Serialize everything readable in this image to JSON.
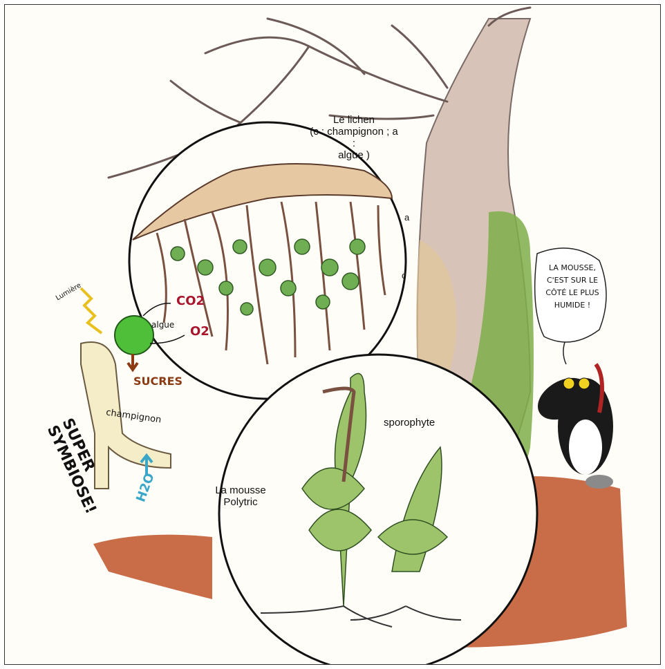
{
  "lichen": {
    "title_line1": "Le lichen",
    "title_line2": "(c : champignon ; a :",
    "title_line3": "algue )",
    "label_a": "a",
    "label_c": "c"
  },
  "moss": {
    "title_line1": "La mousse",
    "title_line2": "Polytric",
    "sporophyte": "sporophyte"
  },
  "symbiosis": {
    "lumiere": "Lumière",
    "co2": "CO2",
    "o2": "O2",
    "algue": "algue",
    "sucres": "SUCRES",
    "champignon": "champignon",
    "h2o": "H2O",
    "super_line1": "SUPER",
    "super_line2": "SYMBIOSE!"
  },
  "speech_bubble": {
    "line1": "LA MOUSSE,",
    "line2": "C'EST SUR LE",
    "line3": "CÔTÉ LE PLUS",
    "line4": "HUMIDE !"
  },
  "colors": {
    "soil": "#c0542a",
    "bark": "#c9b3a8",
    "moss_green": "#7fae4a",
    "alga_green": "#4fbf3a",
    "sugar_brown": "#8b3a12",
    "co2_red": "#a8142c",
    "water_blue": "#3aa6c8"
  }
}
